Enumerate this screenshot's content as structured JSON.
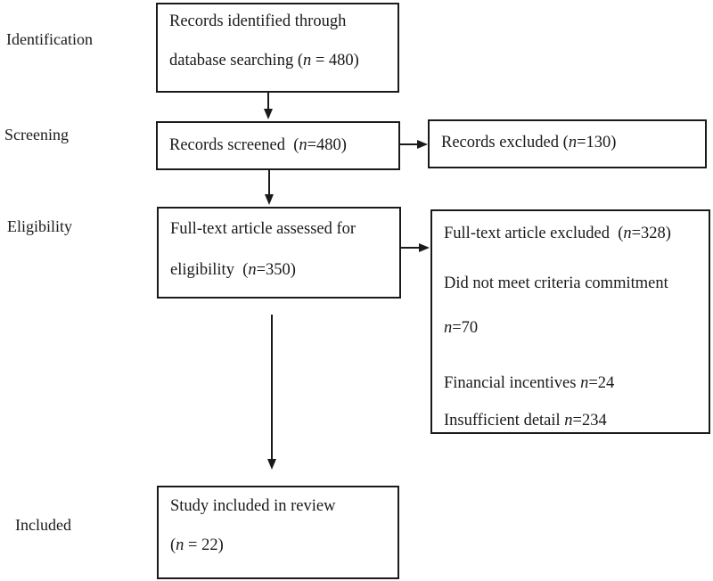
{
  "colors": {
    "ink": "#1a1a1a",
    "background": "#ffffff"
  },
  "stages": [
    {
      "label": "Identification"
    },
    {
      "label": "Screening"
    },
    {
      "label": "Eligibility"
    },
    {
      "label": "Included"
    }
  ],
  "boxes": {
    "identified": {
      "lines": [
        [
          {
            "t": "Records identified through"
          }
        ],
        [
          {
            "t": "database searching ("
          },
          {
            "t": "n",
            "i": true
          },
          {
            "t": " = 480)"
          }
        ]
      ]
    },
    "screened": {
      "lines": [
        [
          {
            "t": "Records screened  ("
          },
          {
            "t": "n",
            "i": true
          },
          {
            "t": "=480)"
          }
        ]
      ]
    },
    "records_excluded": {
      "lines": [
        [
          {
            "t": "Records excluded ("
          },
          {
            "t": "n",
            "i": true
          },
          {
            "t": "=130)"
          }
        ]
      ]
    },
    "fulltext_assessed": {
      "lines": [
        [
          {
            "t": "Full-text article assessed for"
          }
        ],
        [
          {
            "t": "eligibility  ("
          },
          {
            "t": "n",
            "i": true
          },
          {
            "t": "=350)"
          }
        ]
      ]
    },
    "fulltext_excluded": {
      "lines": [
        [
          {
            "t": "Full-text article excluded  ("
          },
          {
            "t": "n",
            "i": true
          },
          {
            "t": "=328)"
          }
        ],
        [
          {
            "t": "Did not meet criteria commitment"
          }
        ],
        [
          {
            "t": "n",
            "i": true
          },
          {
            "t": "=70"
          }
        ],
        [
          {
            "t": "Financial incentives "
          },
          {
            "t": "n",
            "i": true
          },
          {
            "t": "=24"
          }
        ],
        [
          {
            "t": "Insufficient detail "
          },
          {
            "t": "n",
            "i": true
          },
          {
            "t": "=234"
          }
        ]
      ]
    },
    "included": {
      "lines": [
        [
          {
            "t": "Study included in review"
          }
        ],
        [
          {
            "t": "("
          },
          {
            "t": "n",
            "i": true
          },
          {
            "t": " = 22)"
          }
        ]
      ]
    }
  }
}
